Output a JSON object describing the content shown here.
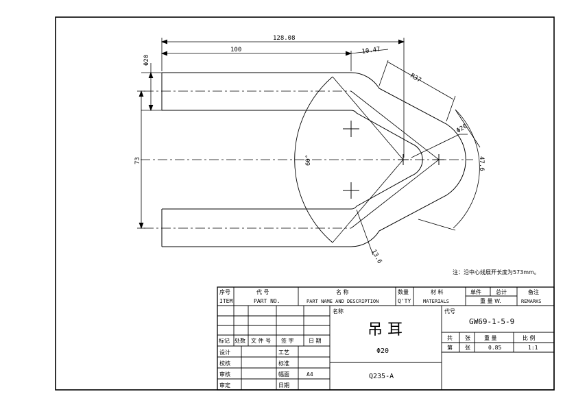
{
  "drawing": {
    "dimensions": {
      "overall_length": "128.08",
      "straight_length": "100",
      "arc_offset": "10.47",
      "bend_radius": "R37",
      "bend_angle": "60°",
      "bar_diameter": "Φ20",
      "bar_diameter_right": "Φ20",
      "leg_spacing": "73",
      "right_dim": "47.6",
      "small_dim": "13.6"
    },
    "note": "注：沿中心线展开长度为573mm。"
  },
  "title_block": {
    "headers": {
      "item_cn": "序号",
      "item_en": "ITEM",
      "part_no_cn": "代 号",
      "part_no_en": "PART NO.",
      "name_cn": "名 称",
      "name_en": "PART NAME AND DESCRIPTION",
      "qty_cn": "数量",
      "qty_en": "Q'TY",
      "materials_cn": "材 料",
      "materials_en": "MATERIALS",
      "unit_cn": "单件",
      "total_cn": "总计",
      "weight_cn": "重 量 W.",
      "remarks_cn": "备注",
      "remarks_en": "REMARKS"
    },
    "revision_row": {
      "mark": "标记",
      "count": "处数",
      "doc_no": "文 件 号",
      "sign": "签 字",
      "date": "日 期"
    },
    "roles": {
      "design": "设计",
      "check": "校核",
      "review": "审核",
      "approve": "审定",
      "process": "工艺",
      "standard": "标准",
      "sheet_size_label": "幅面",
      "sheet_size": "A4",
      "date_label": "日期"
    },
    "name_label": "名称",
    "part_name": "吊 耳",
    "part_spec": "Φ20",
    "material": "Q235-A",
    "code_label": "代号",
    "code": "GW69-1-5-9",
    "sheet_info": {
      "total_label": "共",
      "sheets_label": "张",
      "weight_label": "重 量",
      "scale_label": "比 例",
      "page_label": "第",
      "page_sheets_label": "张",
      "weight": "0.85",
      "scale": "1:1"
    }
  }
}
